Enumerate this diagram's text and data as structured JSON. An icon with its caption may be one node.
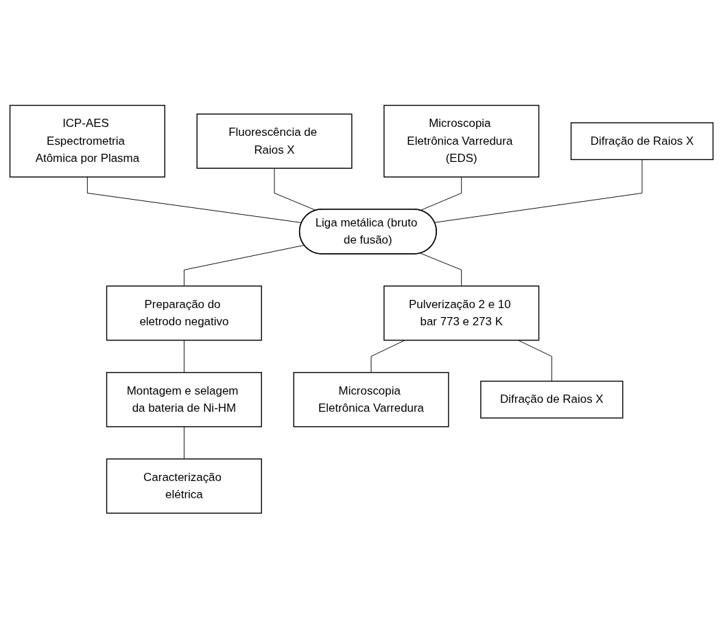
{
  "diagram": {
    "nodes": [
      {
        "text": [
          "ICP-AES Espectrometria Atômica por Plasma"
        ]
      },
      {
        "text": [
          "Fluorescência de Raios X"
        ]
      },
      {
        "text": [
          "Microscopia Eletrônica Varredura (EDS)"
        ]
      },
      {
        "text": [
          "Difração de Raios X"
        ]
      },
      {
        "text": [
          "Liga metálica (bruto de fusão)"
        ]
      },
      {
        "text": [
          "Preparação do eletrodo negativo"
        ]
      },
      {
        "text": [
          "Pulverização 2 e 10 bar 773 e 273 K"
        ]
      },
      {
        "text": [
          "Montagem e selagem da bateria de Ni-HM"
        ]
      },
      {
        "text": [
          "Caracterização elétrica"
        ]
      },
      {
        "text": [
          "Microscopia Eletrônica Varredura"
        ]
      },
      {
        "text": [
          "Difração de Raios X"
        ]
      }
    ],
    "edges": [
      {
        "from": 0,
        "to": 4,
        "arrow": "none"
      },
      {
        "from": 1,
        "to": 4,
        "arrow": "none"
      },
      {
        "from": 2,
        "to": 4,
        "arrow": "none"
      },
      {
        "from": 3,
        "to": 4,
        "arrow": "none"
      },
      {
        "from": 4,
        "to": 5,
        "arrow": "none"
      },
      {
        "from": 4,
        "to": 6,
        "arrow": "none"
      },
      {
        "from": 5,
        "to": 7,
        "arrow": "none"
      },
      {
        "from": 7,
        "to": 8,
        "arrow": "none"
      },
      {
        "from": 6,
        "to": 9,
        "arrow": "none"
      },
      {
        "from": 6,
        "to": 10,
        "arrow": "none"
      }
    ]
  }
}
